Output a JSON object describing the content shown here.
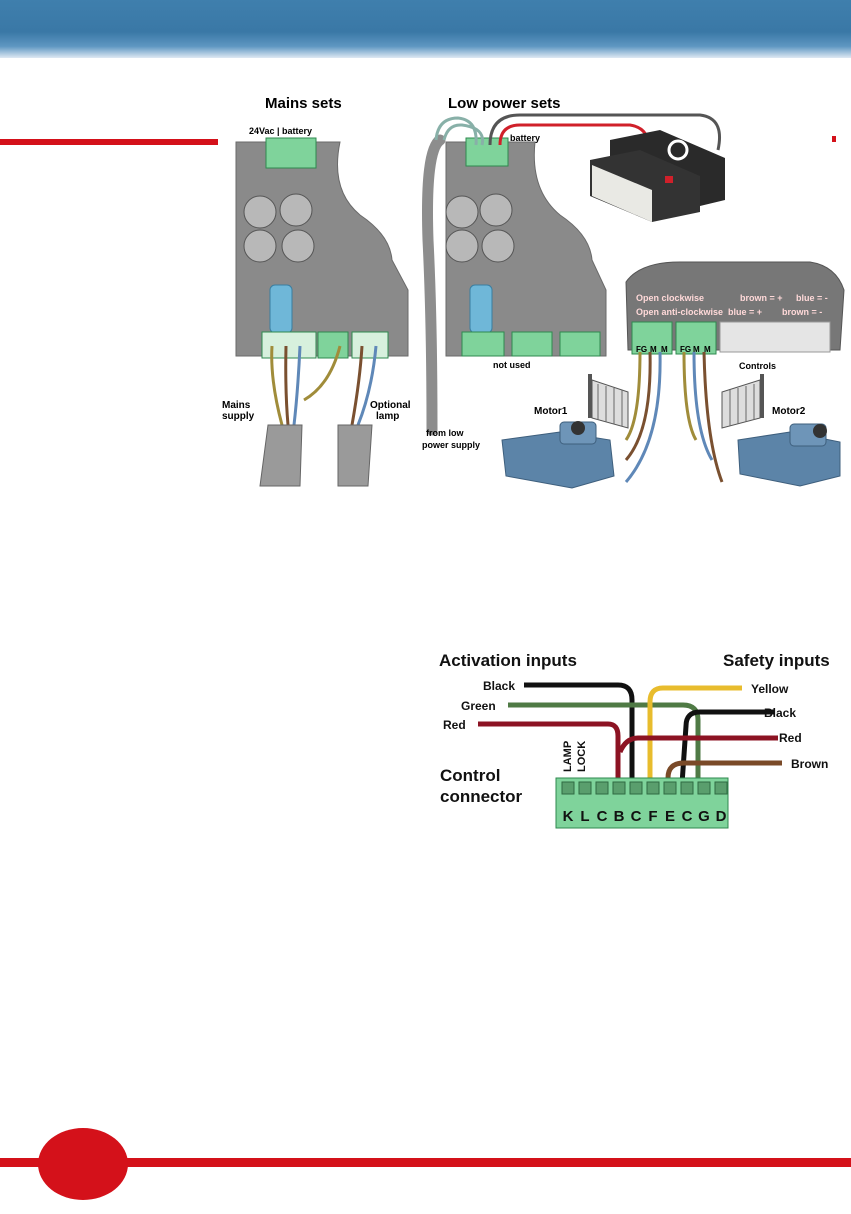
{
  "wiring": {
    "mains_title": "Mains sets",
    "low_title": "Low power sets",
    "label_24vac": "24Vac | battery",
    "label_battery": "battery",
    "label_mains_1": "Mains",
    "label_mains_2": "supply",
    "label_optional_1": "Optional",
    "label_optional_2": "lamp",
    "label_from_low_1": "from low",
    "label_from_low_2": "power supply",
    "label_not_used": "not used",
    "label_controls": "Controls",
    "label_motor1": "Motor1",
    "label_motor2": "Motor2",
    "open_cw": "Open clockwise",
    "open_acw": "Open anti-clockwise",
    "cw_brown": "brown = +",
    "cw_blue": "blue = -",
    "acw_blue": "blue = +",
    "acw_brown": "brown = -",
    "term_fg1": "FG",
    "term_m1": "M",
    "term_m2": "M",
    "term_fg2": "FG",
    "term_m3": "M",
    "term_m4": "M"
  },
  "connector": {
    "activation_title": "Activation inputs",
    "safety_title": "Safety inputs",
    "black_left": "Black",
    "green": "Green",
    "red_left": "Red",
    "yellow": "Yellow",
    "black_right": "Black",
    "red_right": "Red",
    "brown": "Brown",
    "lamp": "LAMP",
    "lock": "LOCK",
    "control_1": "Control",
    "control_2": "connector",
    "pins": [
      "K",
      "L",
      "C",
      "B",
      "C",
      "F",
      "E",
      "C",
      "G",
      "D"
    ]
  },
  "colors": {
    "accent_red": "#d4111a",
    "header_blue": "#3a78a6",
    "terminal_green": "#7fd39b"
  }
}
